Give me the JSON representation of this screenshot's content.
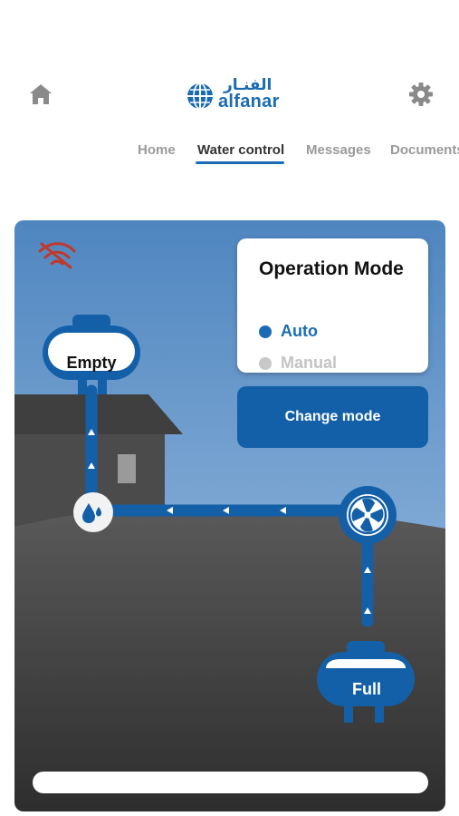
{
  "header": {
    "logo_text": "alfanar",
    "logo_arabic": "الفنـار",
    "home_icon": "home-icon",
    "settings_icon": "gear-icon"
  },
  "tabs": [
    {
      "label": "Home",
      "active": false
    },
    {
      "label": "Water control",
      "active": true
    },
    {
      "label": "Messages",
      "active": false
    },
    {
      "label": "Documents",
      "active": false
    }
  ],
  "water_control": {
    "connection_icon": "wifi-off-icon",
    "operation_mode": {
      "title": "Operation Mode",
      "options": [
        {
          "label": "Auto",
          "selected": true
        },
        {
          "label": "Manual",
          "selected": false
        }
      ]
    },
    "change_mode_label": "Change mode",
    "upper_tank_status": "Empty",
    "lower_tank_status": "Full",
    "valve_icon": "water-drop-icon",
    "pump_icon": "fan-icon"
  },
  "colors": {
    "brand_blue": "#1b6bb4",
    "sky": "#5f93c9",
    "ground": "#4a4a4a",
    "pipe": "#1360a8",
    "wifi_off": "#c0392b"
  }
}
